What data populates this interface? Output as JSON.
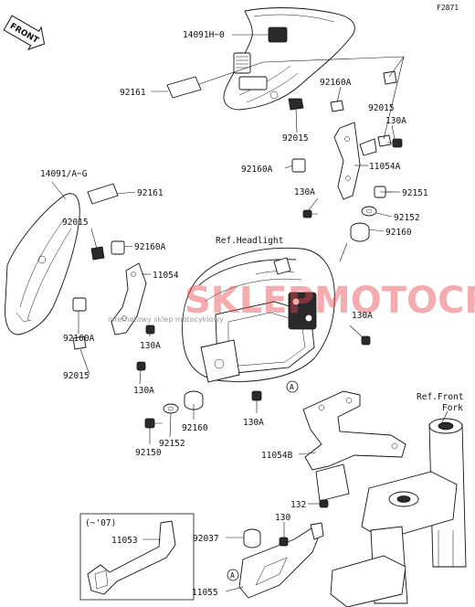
{
  "figure_code": "F2871",
  "front_label": "FRONT",
  "ref_headlight": "Ref.Headlight",
  "ref_front_fork_line1": "Ref.Front",
  "ref_front_fork_line2": "Fork",
  "inset_note": "(~'07)",
  "watermark": {
    "brand": "SKLEPMOTOCROSS.PL",
    "url": "internetowy sklep motocyklowy"
  },
  "callout_letter": "A",
  "parts": [
    {
      "id": "p-14091H",
      "text": "14091H~0"
    },
    {
      "id": "p-92161-top",
      "text": "92161"
    },
    {
      "id": "p-92160A-top",
      "text": "92160A"
    },
    {
      "id": "p-92015-topright",
      "text": "92015"
    },
    {
      "id": "p-92015-mid",
      "text": "92015"
    },
    {
      "id": "p-130A-top",
      "text": "130A"
    },
    {
      "id": "p-92160A-mid",
      "text": "92160A"
    },
    {
      "id": "p-11054A",
      "text": "11054A"
    },
    {
      "id": "p-130A-mid",
      "text": "130A"
    },
    {
      "id": "p-92151",
      "text": "92151"
    },
    {
      "id": "p-92152-right",
      "text": "92152"
    },
    {
      "id": "p-92160-right",
      "text": "92160"
    },
    {
      "id": "p-14091AG",
      "text": "14091/A~G"
    },
    {
      "id": "p-92161-left",
      "text": "92161"
    },
    {
      "id": "p-92015-left",
      "text": "92015"
    },
    {
      "id": "p-92160A-left",
      "text": "92160A"
    },
    {
      "id": "p-11054",
      "text": "11054"
    },
    {
      "id": "p-92160A-low",
      "text": "92160A"
    },
    {
      "id": "p-130A-left",
      "text": "130A"
    },
    {
      "id": "p-130A-right",
      "text": "130A"
    },
    {
      "id": "p-92015-low",
      "text": "92015"
    },
    {
      "id": "p-130A-bottom",
      "text": "130A"
    },
    {
      "id": "p-92160-low",
      "text": "92160"
    },
    {
      "id": "p-92152-low",
      "text": "92152"
    },
    {
      "id": "p-92150",
      "text": "92150"
    },
    {
      "id": "p-130A-center",
      "text": "130A"
    },
    {
      "id": "p-11054B",
      "text": "11054B"
    },
    {
      "id": "p-132",
      "text": "132"
    },
    {
      "id": "p-130",
      "text": "130"
    },
    {
      "id": "p-92037",
      "text": "92037"
    },
    {
      "id": "p-11053",
      "text": "11053"
    },
    {
      "id": "p-11055",
      "text": "11055"
    }
  ]
}
